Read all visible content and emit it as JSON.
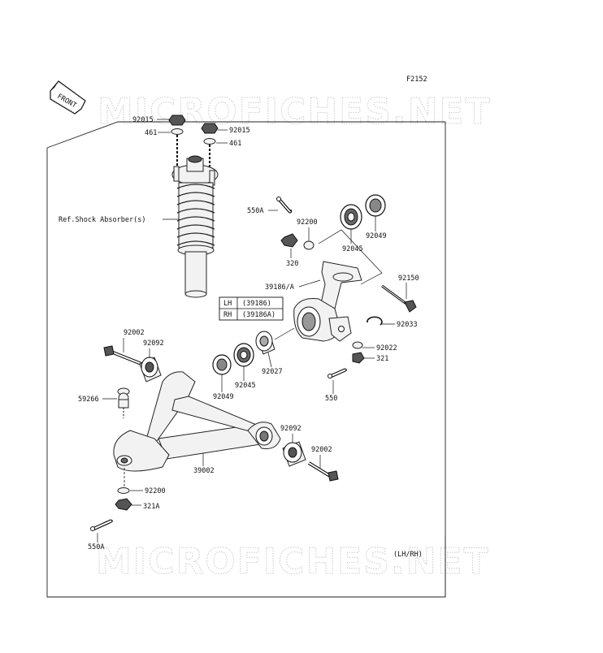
{
  "diagram": {
    "figure_code": "F2152",
    "front_label": "FRONT",
    "watermark": "MICROFICHES.NET",
    "variant_note": "(LH/RH)",
    "shock_ref": "Ref.Shock Absorber(s)",
    "side_table": {
      "rows": [
        {
          "side": "LH",
          "part": "(39186)"
        },
        {
          "side": "RH",
          "part": "(39186A)"
        }
      ]
    },
    "labels": {
      "p92015_left": "92015",
      "p461_left": "461",
      "p92015_right": "92015",
      "p461_right": "461",
      "p550A_top": "550A",
      "p92200_top": "92200",
      "p92049_top": "92049",
      "p320": "320",
      "p92045_top": "92045",
      "p92150": "92150",
      "p39186A": "39186/A",
      "p92033": "92033",
      "p92022": "92022",
      "p321": "321",
      "p550": "550",
      "p92002_left": "92002",
      "p92092_left": "92092",
      "p92027": "92027",
      "p92045_bottom": "92045",
      "p92049_bottom": "92049",
      "p59266": "59266",
      "p92092_right": "92092",
      "p92002_right": "92002",
      "p39002": "39002",
      "p92200_bottom": "92200",
      "p321A": "321A",
      "p550A_bottom": "550A"
    }
  }
}
